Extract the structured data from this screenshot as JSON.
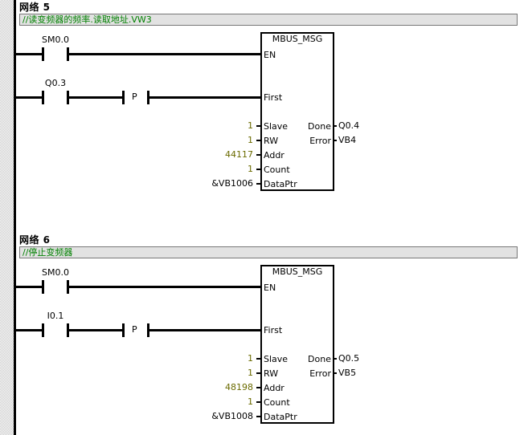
{
  "networks": [
    {
      "title": "网络 5",
      "comment": "//读变频器的频率.读取地址.VW3",
      "contacts": [
        {
          "label": "SM0.0"
        },
        {
          "label": "Q0.3",
          "edge": "P"
        }
      ],
      "block": {
        "name": "MBUS_MSG",
        "inputs": [
          {
            "pin": "EN",
            "value": ""
          },
          {
            "pin": "First",
            "value": ""
          },
          {
            "pin": "Slave",
            "value": "1"
          },
          {
            "pin": "RW",
            "value": "1"
          },
          {
            "pin": "Addr",
            "value": "44117"
          },
          {
            "pin": "Count",
            "value": "1"
          },
          {
            "pin": "DataPtr",
            "value": "&VB1006"
          }
        ],
        "outputs": [
          {
            "pin": "Done",
            "value": "Q0.4"
          },
          {
            "pin": "Error",
            "value": "VB4"
          }
        ]
      }
    },
    {
      "title": "网络 6",
      "comment": "//停止变频器",
      "contacts": [
        {
          "label": "SM0.0"
        },
        {
          "label": "I0.1",
          "edge": "P"
        }
      ],
      "block": {
        "name": "MBUS_MSG",
        "inputs": [
          {
            "pin": "EN",
            "value": ""
          },
          {
            "pin": "First",
            "value": ""
          },
          {
            "pin": "Slave",
            "value": "1"
          },
          {
            "pin": "RW",
            "value": "1"
          },
          {
            "pin": "Addr",
            "value": "48198"
          },
          {
            "pin": "Count",
            "value": "1"
          },
          {
            "pin": "DataPtr",
            "value": "&VB1008"
          }
        ],
        "outputs": [
          {
            "pin": "Done",
            "value": "Q0.5"
          },
          {
            "pin": "Error",
            "value": "VB5"
          }
        ]
      }
    }
  ]
}
